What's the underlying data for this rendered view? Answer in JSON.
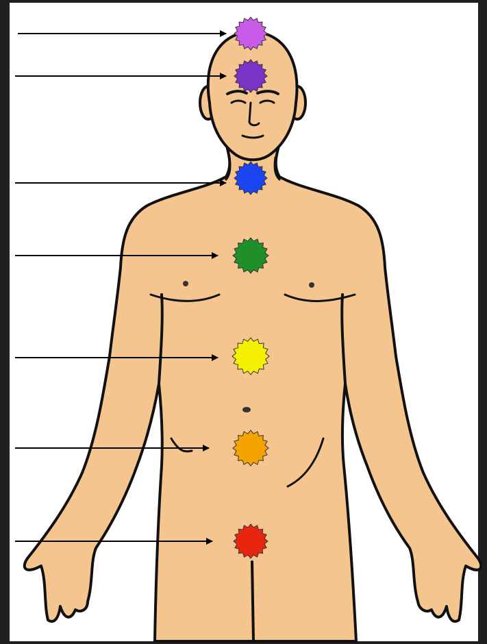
{
  "figure": {
    "background": "#1f1f1f",
    "panel_color": "#ffffff",
    "skin_color": "#f5c58f",
    "outline_color": "#111111",
    "arrow_color": "#000000"
  },
  "markers": [
    {
      "id": "crown",
      "color": "#c85ce8"
    },
    {
      "id": "third-eye",
      "color": "#7a35c8"
    },
    {
      "id": "throat",
      "color": "#1a45f0"
    },
    {
      "id": "heart",
      "color": "#1f8f2a"
    },
    {
      "id": "solar-plexus",
      "color": "#f5f000"
    },
    {
      "id": "sacral",
      "color": "#f5a300"
    },
    {
      "id": "root",
      "color": "#e8260f"
    }
  ]
}
